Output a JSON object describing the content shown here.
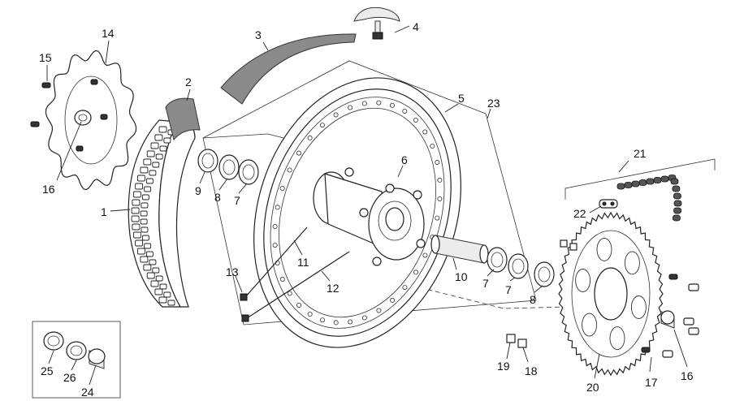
{
  "callouts": {
    "c1": "1",
    "c2": "2",
    "c3": "3",
    "c4": "4",
    "c5": "5",
    "c6": "6",
    "c7a": "7",
    "c7b": "7",
    "c7c": "7",
    "c8a": "8",
    "c8b": "8",
    "c9": "9",
    "c10": "10",
    "c11": "11",
    "c12": "12",
    "c13": "13",
    "c14": "14",
    "c15": "15",
    "c16a": "16",
    "c16b": "16",
    "c17": "17",
    "c18": "18",
    "c19": "19",
    "c20": "20",
    "c21": "21",
    "c22": "22",
    "c23": "23",
    "c24": "24",
    "c25": "25",
    "c26": "26"
  }
}
